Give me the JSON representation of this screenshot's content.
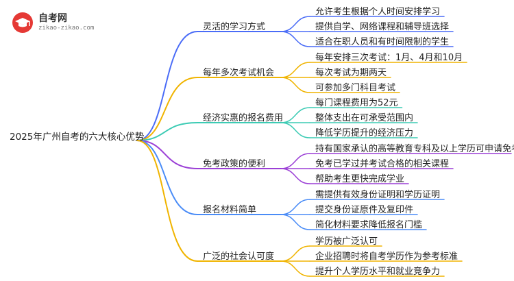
{
  "logo": {
    "title": "自考网",
    "subtitle": "zikao-zikao.com"
  },
  "root": "2025年广州自考的六大核心优势",
  "branches": [
    {
      "label": "灵活的学习方式",
      "color": "#4a6cf7",
      "children": [
        "允许考生根据个人时间安排学习",
        "提供自学、网络课程和辅导班选择",
        "适合在职人员和有时间限制的学生"
      ]
    },
    {
      "label": "每年多次考试机会",
      "color": "#f0b400",
      "children": [
        "每年安排三次考试：1月、4月和10月",
        "每次考试为期两天",
        "可参加多门科目考试"
      ]
    },
    {
      "label": "经济实惠的报名费用",
      "color": "#3ccbb4",
      "children": [
        "每门课程费用为52元",
        "整体支出在可承受范围内",
        "降低学历提升的经济压力"
      ]
    },
    {
      "label": "免考政策的便利",
      "color": "#9b3fd6",
      "children": [
        "持有国家承认的高等教育专科及以上学历可申请免考",
        "免考已学过并考试合格的相关课程",
        "帮助考生更快完成学业"
      ]
    },
    {
      "label": "报名材料简单",
      "color": "#4a8cf7",
      "children": [
        "需提供有效身份证明和学历证明",
        "提交身份证原件及复印件",
        "简化材料要求降低报名门槛"
      ]
    },
    {
      "label": "广泛的社会认可度",
      "color": "#f0b400",
      "children": [
        "学历被广泛认可",
        "企业招聘时将自考学历作为参考标准",
        "提升个人学历水平和就业竞争力"
      ]
    }
  ]
}
